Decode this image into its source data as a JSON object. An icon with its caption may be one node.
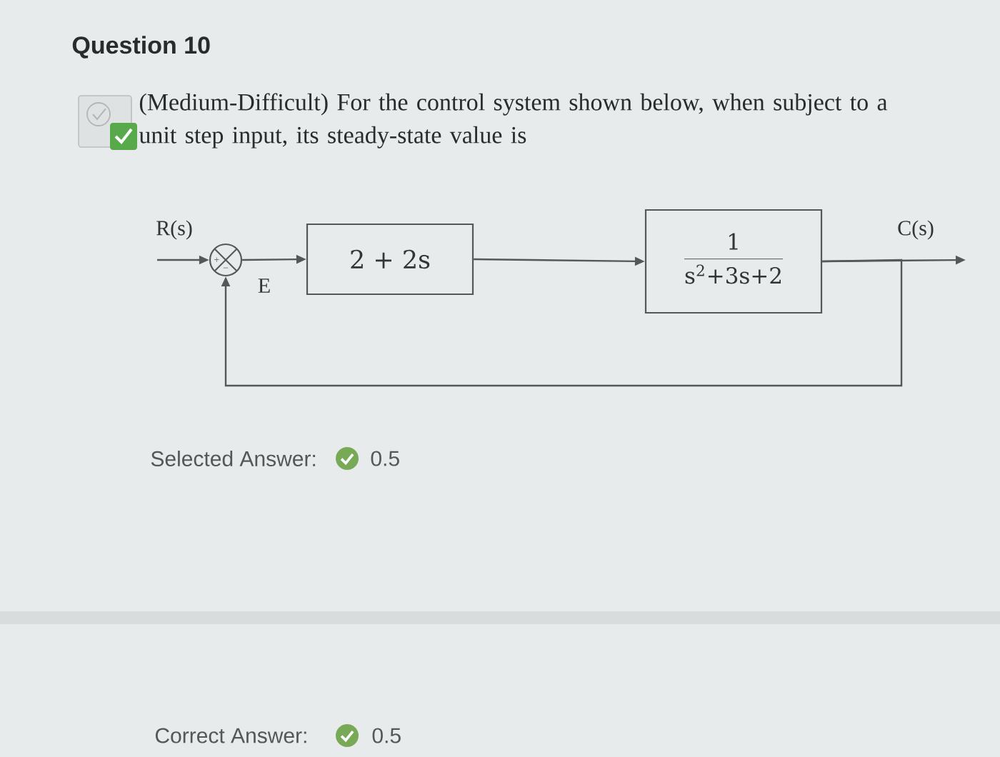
{
  "diagram": {
    "title": "Question 10",
    "nodes": [
      {
        "text": [
          "+",
          "−"
        ]
      },
      {
        "text": [
          "2 + 2s"
        ]
      },
      {
        "text": [
          "1",
          "s$^{2}$+3s+2"
        ]
      }
    ],
    "edges": [
      {
        "from": null,
        "to": 0,
        "arrow": "to",
        "label": "R(s)"
      },
      {
        "from": 0,
        "to": 1,
        "arrow": "to",
        "label": "E"
      },
      {
        "from": 1,
        "to": 2,
        "arrow": "to"
      },
      {
        "from": 2,
        "to": null,
        "arrow": "to",
        "label": "C(s)"
      },
      {
        "from": 2,
        "to": 0,
        "arrow": "to"
      }
    ],
    "labels": [
      "(Medium-Difficult) For the control system shown below, when subject to a unit step input, its steady-state value is",
      "Selected Answer:",
      "0.5",
      "Correct Answer:",
      "0.5"
    ]
  }
}
